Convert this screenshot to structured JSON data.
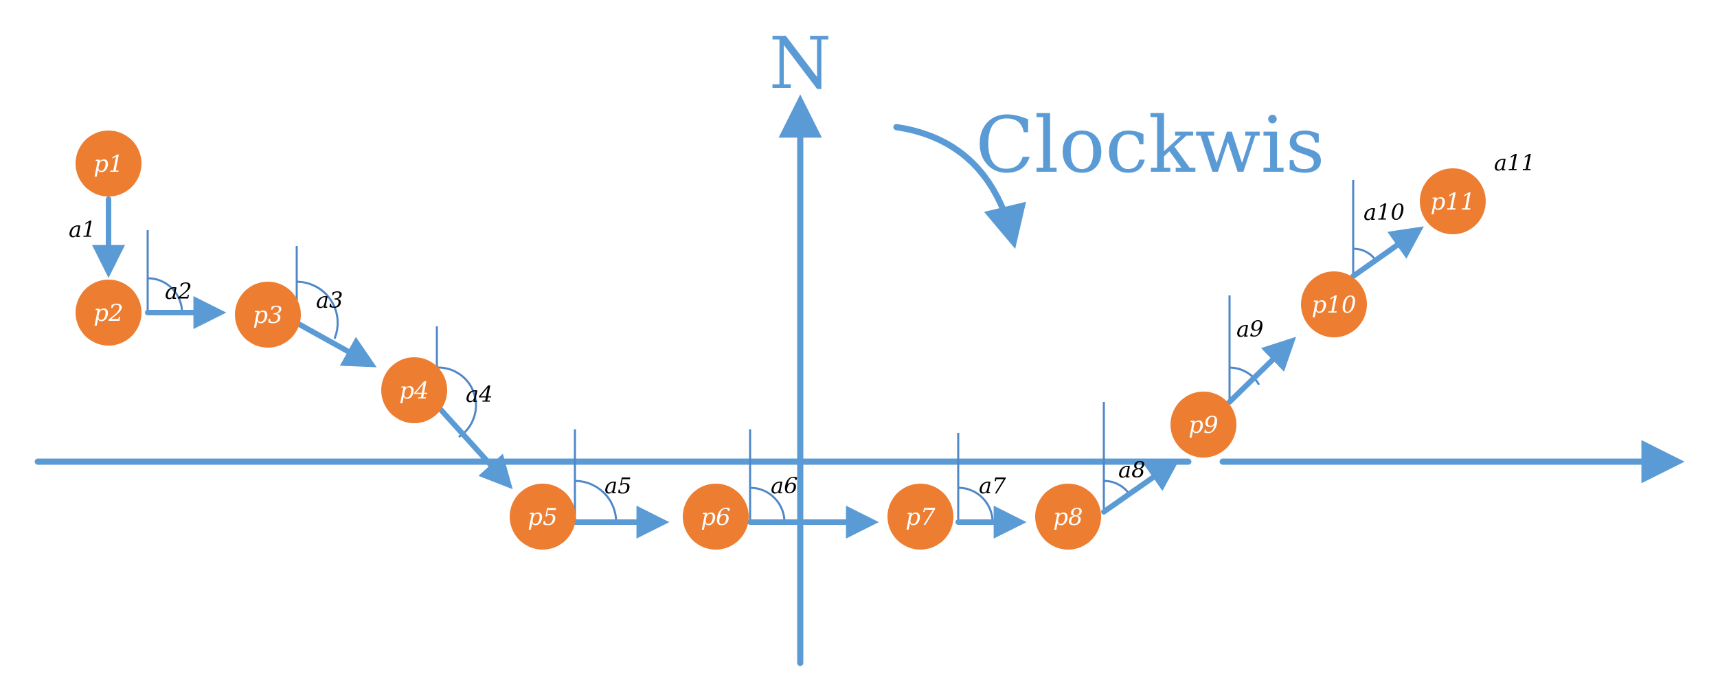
{
  "north_label": "N",
  "rotation_label": "Clockwis",
  "colors": {
    "accent": "#5b9bd5",
    "node": "#ed7d31"
  },
  "points": [
    {
      "id": "p1",
      "label": "p1"
    },
    {
      "id": "p2",
      "label": "p2"
    },
    {
      "id": "p3",
      "label": "p3"
    },
    {
      "id": "p4",
      "label": "p4"
    },
    {
      "id": "p5",
      "label": "p5"
    },
    {
      "id": "p6",
      "label": "p6"
    },
    {
      "id": "p7",
      "label": "p7"
    },
    {
      "id": "p8",
      "label": "p8"
    },
    {
      "id": "p9",
      "label": "p9"
    },
    {
      "id": "p10",
      "label": "p10"
    },
    {
      "id": "p11",
      "label": "p11"
    }
  ],
  "angles": [
    "a1",
    "a2",
    "a3",
    "a4",
    "a5",
    "a6",
    "a7",
    "a8",
    "a9",
    "a10",
    "a11"
  ]
}
